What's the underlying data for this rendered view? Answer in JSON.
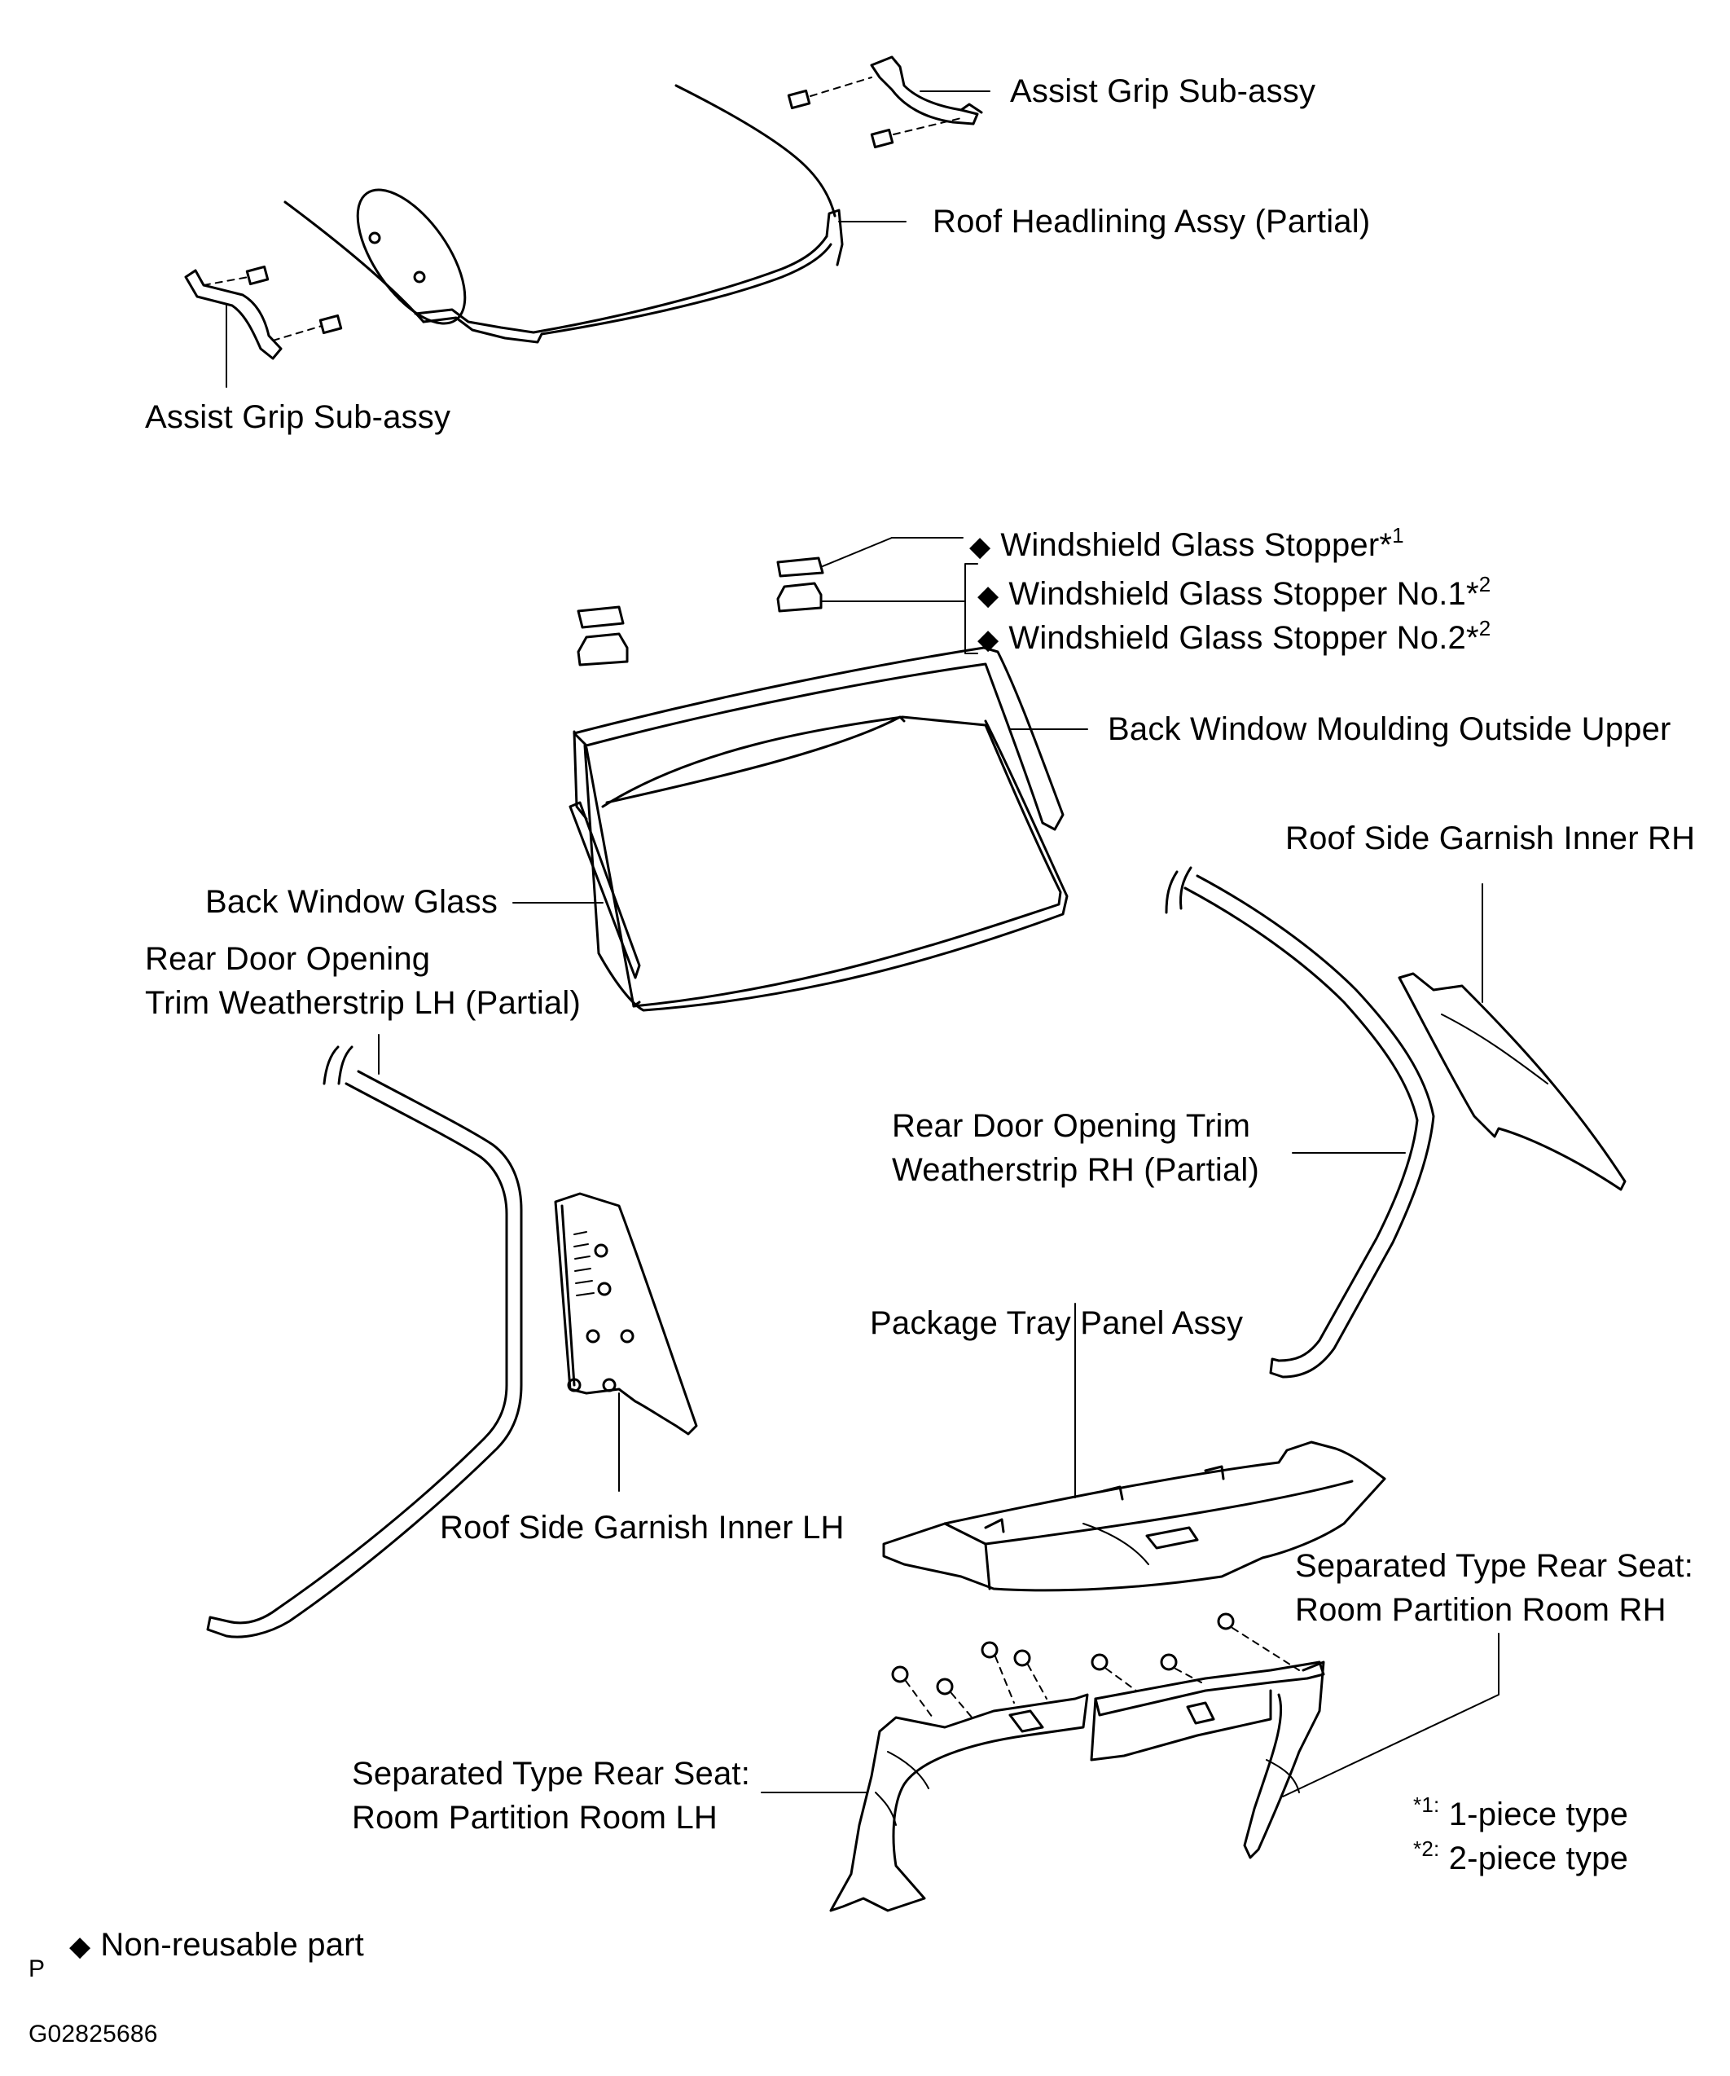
{
  "labels": {
    "assist_grip_upper": "Assist Grip Sub-assy",
    "roof_headlining": "Roof Headlining Assy (Partial)",
    "assist_grip_lower": "Assist Grip Sub-assy",
    "ws_stopper": "Windshield Glass Stopper*",
    "ws_stopper_note": "1",
    "ws_stopper_no1": "Windshield Glass Stopper No.1*",
    "ws_stopper_no1_note": "2",
    "ws_stopper_no2": "Windshield Glass Stopper No.2*",
    "ws_stopper_no2_note": "2",
    "moulding_upper": "Back Window Moulding Outside Upper",
    "roof_side_garnish_rh": "Roof Side Garnish Inner RH",
    "back_window_glass": "Back Window Glass",
    "weatherstrip_lh_1": "Rear Door Opening",
    "weatherstrip_lh_2": "Trim Weatherstrip LH (Partial)",
    "weatherstrip_rh_1": "Rear Door Opening Trim",
    "weatherstrip_rh_2": "Weatherstrip RH (Partial)",
    "package_tray": "Package Tray Panel Assy",
    "roof_side_garnish_lh": "Roof Side Garnish Inner LH",
    "partition_rh_1": "Separated Type Rear Seat:",
    "partition_rh_2": "Room Partition Room RH",
    "partition_lh_1": "Separated Type Rear Seat:",
    "partition_lh_2": "Room Partition Room LH"
  },
  "notes": {
    "note1_mark": "*1:",
    "note1_text": "1-piece  type",
    "note2_mark": "*2:",
    "note2_text": "2-piece  type"
  },
  "legend": {
    "symbol": "◆",
    "text": "Non-reusable part"
  },
  "footer": {
    "page_mark": "P",
    "figure_id": "G02825686"
  }
}
